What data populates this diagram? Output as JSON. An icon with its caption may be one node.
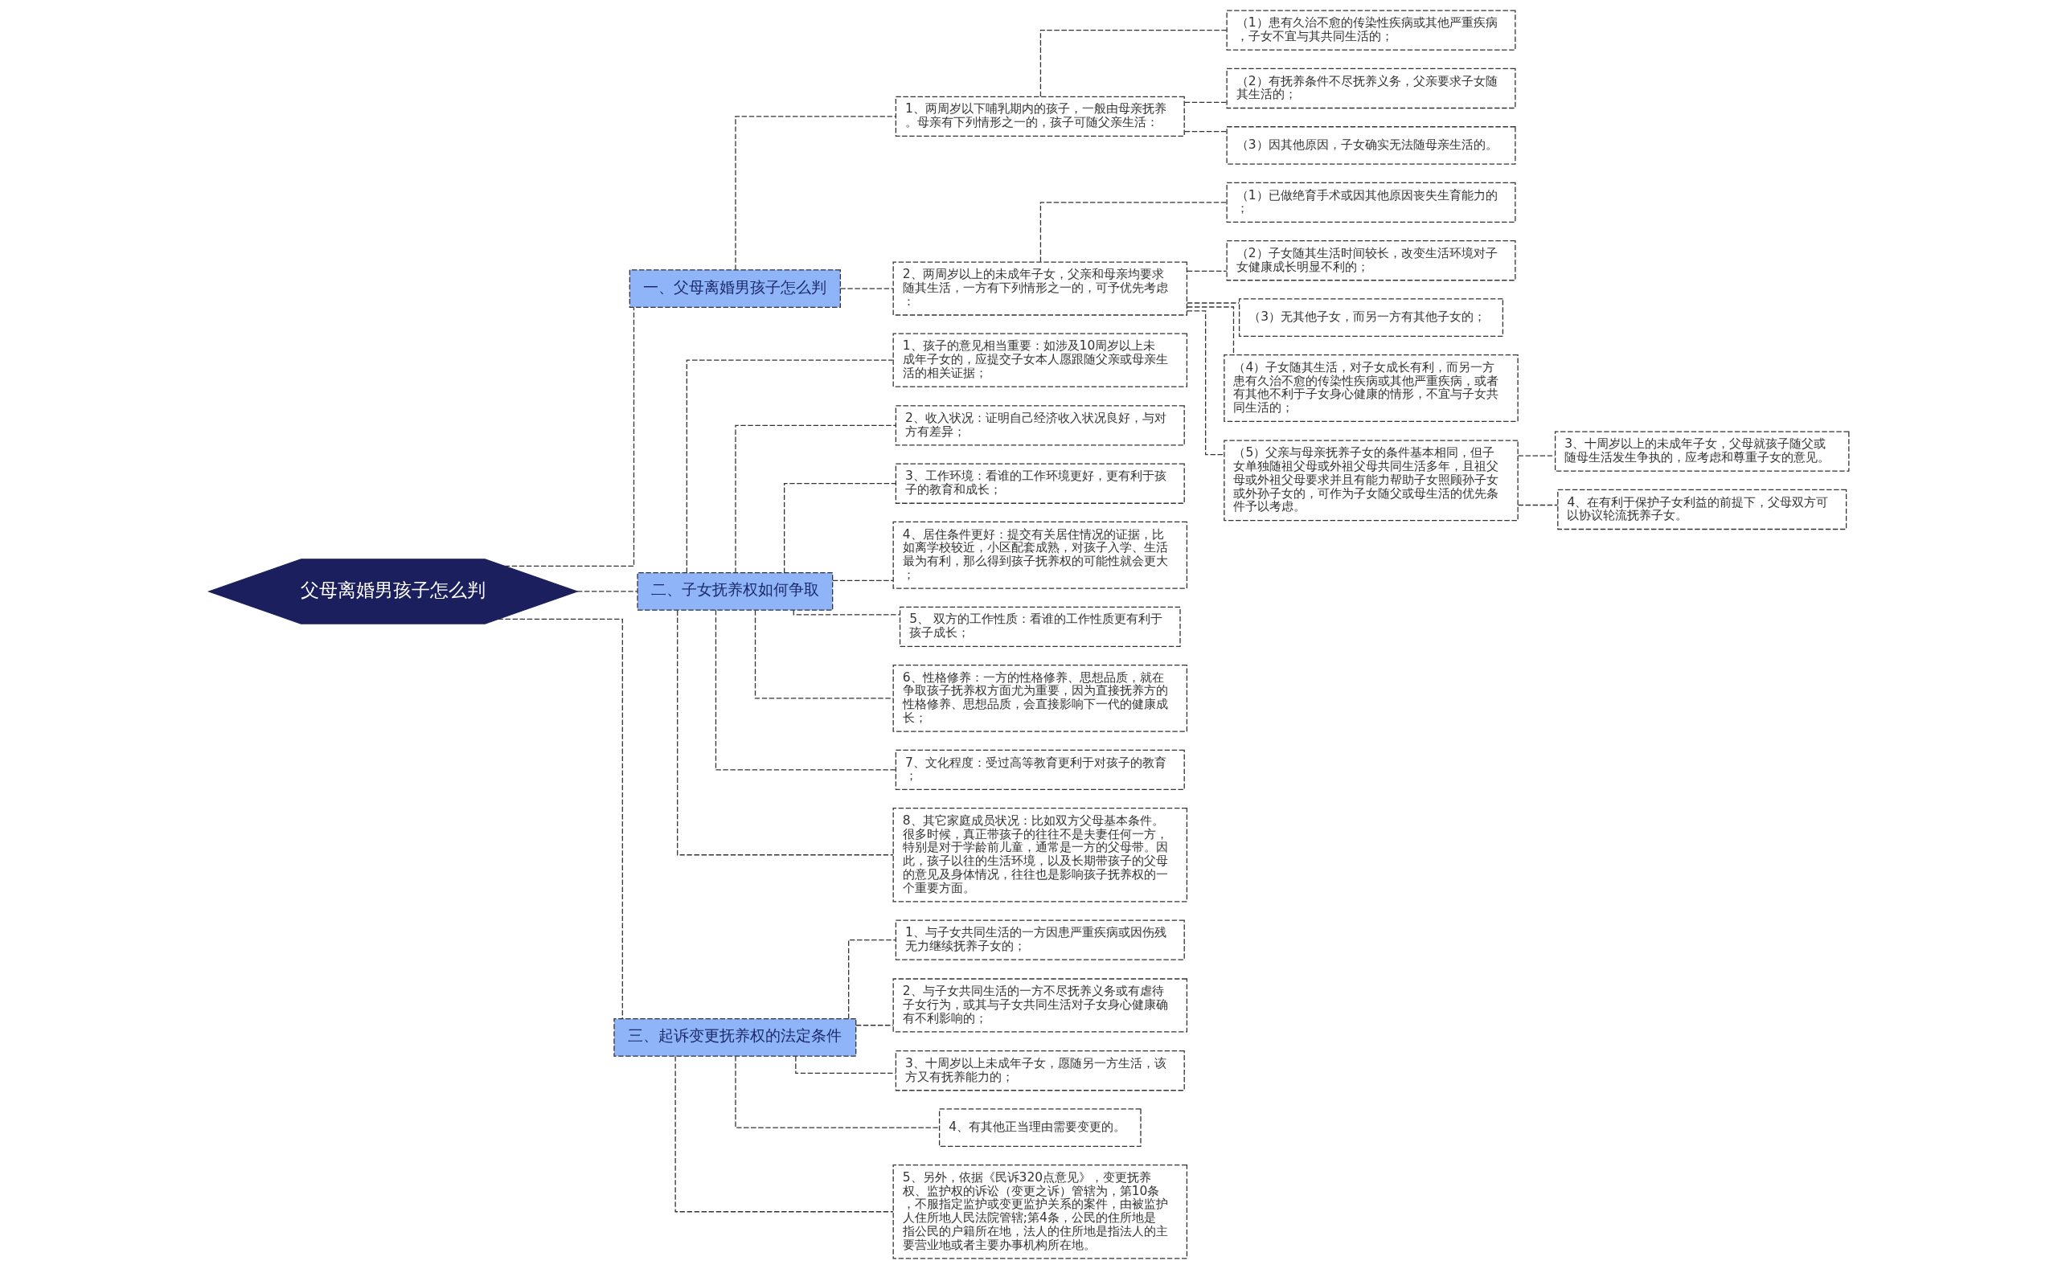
{
  "diagram": {
    "nodes": [
      {
        "text": [
          "父母离婚男孩子怎么判"
        ]
      },
      {
        "text": [
          "一、父母离婚男孩子怎么判"
        ]
      },
      {
        "text": [
          "1、两周岁以下哺乳期内的孩子，一般由母亲抚养。母亲有下列情形之一的，孩子可随父亲生活："
        ]
      },
      {
        "text": [
          "（1）患有久治不愈的传染性疾病或其他严重疾病，子女不宜与其共同生活的；"
        ]
      },
      {
        "text": [
          "（2）有抚养条件不尽抚养义务，父亲要求子女随其生活的；"
        ]
      },
      {
        "text": [
          "（3）因其他原因，子女确实无法随母亲生活的。"
        ]
      },
      {
        "text": [
          "2、两周岁以上的未成年子女，父亲和母亲均要求随其生活，一方有下列情形之一的，可予优先考虑："
        ]
      },
      {
        "text": [
          "（1）已做绝育手术或因其他原因丧失生育能力的；"
        ]
      },
      {
        "text": [
          "（2）子女随其生活时间较长，改变生活环境对子女健康成长明显不利的；"
        ]
      },
      {
        "text": [
          "（3）无其他子女，而另一方有其他子女的；"
        ]
      },
      {
        "text": [
          "（4）子女随其生活，对子女成长有利，而另一方患有久治不愈的传染性疾病或其他严重疾病，或者有其他不利于子女身心健康的情形，不宜与子女共同生活的；"
        ]
      },
      {
        "text": [
          "（5）父亲与母亲抚养子女的条件基本相同，但子女单独随祖父母或外祖父母共同生活多年，且祖父母或外祖父母要求并且有能力帮助子女照顾孙子女或外孙子女的，可作为子女随父或母生活的优先条件予以考虑。"
        ]
      },
      {
        "text": [
          "3、十周岁以上的未成年子女，父母就孩子随父或随母生活发生争执的，应考虑和尊重子女的意见。"
        ]
      },
      {
        "text": [
          "4、在有利于保护子女利益的前提下，父母双方可以协议轮流抚养子女。"
        ]
      },
      {
        "text": [
          "二、子女抚养权如何争取"
        ]
      },
      {
        "text": [
          "1、孩子的意见相当重要：如涉及10周岁以上未成年子女的，应提交子女本人愿跟随父亲或母亲生活的相关证据；"
        ]
      },
      {
        "text": [
          "2、收入状况：证明自己经济收入状况良好，与对方有差异；"
        ]
      },
      {
        "text": [
          "3、工作环境：看谁的工作环境更好，更有利于孩子的教育和成长；"
        ]
      },
      {
        "text": [
          "4、居住条件更好：提交有关居住情况的证据，比如离学校较近，小区配套成熟，对孩子入学、生活最为有利，那么得到孩子抚养权的可能性就会更大；"
        ]
      },
      {
        "text": [
          "5、 双方的工作性质：看谁的工作性质更有利于孩子成长；"
        ]
      },
      {
        "text": [
          "6、性格修养：一方的性格修养、思想品质，就在争取孩子抚养权方面尤为重要，因为直接抚养方的性格修养、思想品质，会直接影响下一代的健康成长；"
        ]
      },
      {
        "text": [
          "7、文化程度：受过高等教育更利于对孩子的教育；"
        ]
      },
      {
        "text": [
          "8、其它家庭成员状况：比如双方父母基本条件。很多时候，真正带孩子的往往不是夫妻任何一方，特别是对于学龄前儿童，通常是一方的父母带。因此，孩子以往的生活环境，以及长期带孩子的父母的意见及身体情况，往往也是影响孩子抚养权的一个重要方面。"
        ]
      },
      {
        "text": [
          "三、起诉变更抚养权的法定条件"
        ]
      },
      {
        "text": [
          "1、与子女共同生活的一方因患严重疾病或因伤残无力继续抚养子女的；"
        ]
      },
      {
        "text": [
          "2、与子女共同生活的一方不尽抚养义务或有虐待子女行为，或其与子女共同生活对子女身心健康确有不利影响的；"
        ]
      },
      {
        "text": [
          "3、十周岁以上未成年子女，愿随另一方生活，该方又有抚养能力的；"
        ]
      },
      {
        "text": [
          "4、有其他正当理由需要变更的。"
        ]
      },
      {
        "text": [
          "5、另外，依据《民诉320点意见》，变更抚养权、监护权的诉讼（变更之诉）管辖为，第10条，不服指定监护或变更监护关系的案件，由被监护人住所地人民法院管辖;第4条，公民的住所地是指公民的户籍所在地，法人的住所地是指法人的主要营业地或者主要办事机构所在地。"
        ]
      }
    ],
    "edges": [
      {
        "from": 0,
        "to": 1,
        "arrow": "none"
      },
      {
        "from": 1,
        "to": 2,
        "arrow": "none"
      },
      {
        "from": 2,
        "to": 3,
        "arrow": "none"
      },
      {
        "from": 2,
        "to": 4,
        "arrow": "none"
      },
      {
        "from": 2,
        "to": 5,
        "arrow": "none"
      },
      {
        "from": 1,
        "to": 6,
        "arrow": "none"
      },
      {
        "from": 6,
        "to": 7,
        "arrow": "none"
      },
      {
        "from": 6,
        "to": 8,
        "arrow": "none"
      },
      {
        "from": 6,
        "to": 9,
        "arrow": "none"
      },
      {
        "from": 6,
        "to": 10,
        "arrow": "none"
      },
      {
        "from": 6,
        "to": 11,
        "arrow": "none"
      },
      {
        "from": 11,
        "to": 12,
        "arrow": "none"
      },
      {
        "from": 11,
        "to": 13,
        "arrow": "none"
      },
      {
        "from": 0,
        "to": 14,
        "arrow": "none"
      },
      {
        "from": 14,
        "to": 15,
        "arrow": "none"
      },
      {
        "from": 14,
        "to": 16,
        "arrow": "none"
      },
      {
        "from": 14,
        "to": 17,
        "arrow": "none"
      },
      {
        "from": 14,
        "to": 18,
        "arrow": "none"
      },
      {
        "from": 14,
        "to": 19,
        "arrow": "none"
      },
      {
        "from": 14,
        "to": 20,
        "arrow": "none"
      },
      {
        "from": 14,
        "to": 21,
        "arrow": "none"
      },
      {
        "from": 14,
        "to": 22,
        "arrow": "none"
      },
      {
        "from": 0,
        "to": 23,
        "arrow": "none"
      },
      {
        "from": 23,
        "to": 24,
        "arrow": "none"
      },
      {
        "from": 23,
        "to": 25,
        "arrow": "none"
      },
      {
        "from": 23,
        "to": 26,
        "arrow": "none"
      },
      {
        "from": 23,
        "to": 27,
        "arrow": "none"
      },
      {
        "from": 23,
        "to": 28,
        "arrow": "none"
      }
    ]
  }
}
